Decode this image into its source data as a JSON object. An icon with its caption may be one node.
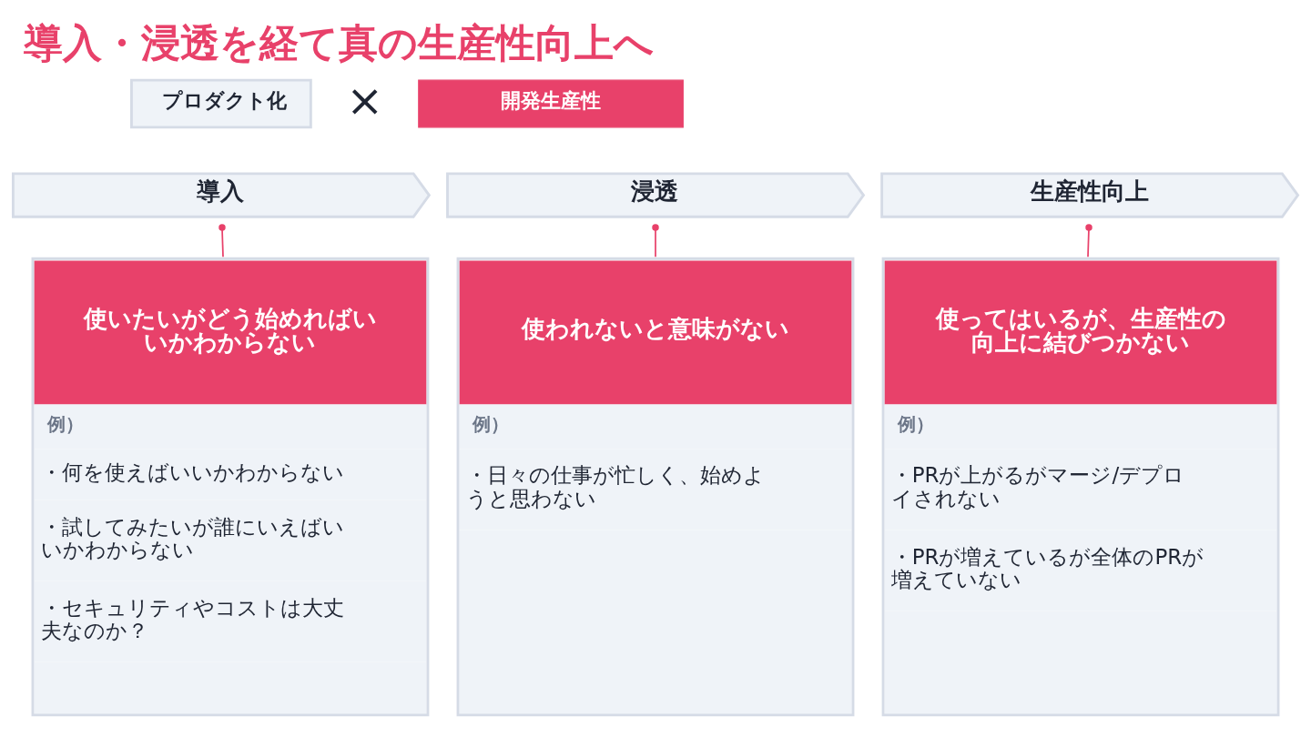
{
  "diagram": {
    "title": "導入・浸透を経て真の生産性向上へ",
    "nodes": [
      {
        "text": [
          "プロダクト化"
        ]
      },
      {
        "text": [
          "開発生産性"
        ]
      },
      {
        "text": [
          "導入"
        ]
      },
      {
        "text": [
          "浸透"
        ]
      },
      {
        "text": [
          "生産性向上"
        ]
      },
      {
        "text": [
          "使いたいがどう始めればいいかわからない",
          "例）",
          "・何を使えばいいかわからない",
          "・試してみたいが誰にいえばいいかわからない",
          "・セキュリティやコストは大丈夫なのか？"
        ]
      },
      {
        "text": [
          "使われないと意味がない",
          "例）",
          "・日々の仕事が忙しく、始めようと思わない"
        ]
      },
      {
        "text": [
          "使ってはいるが、生産性の向上に結びつかない",
          "例）",
          "・PRが上がるがマージ/デプロイされない",
          "・PRが増えているが全体のPRが増えていない"
        ]
      }
    ],
    "edges": [
      {
        "from": 2,
        "to": 5,
        "arrow": "other"
      },
      {
        "from": 3,
        "to": 6,
        "arrow": "other"
      },
      {
        "from": 4,
        "to": 7,
        "arrow": "other"
      }
    ],
    "labels": [
      "×"
    ]
  }
}
